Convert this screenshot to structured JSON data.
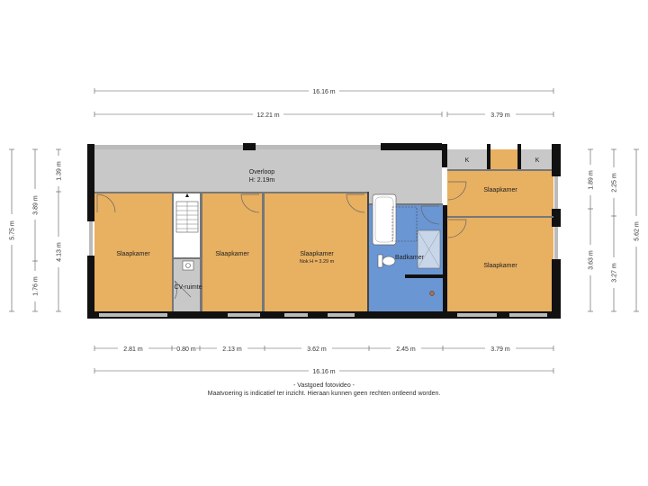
{
  "colors": {
    "room": "#e8b061",
    "bath": "#6a96d4",
    "hall": "#c8c8c8",
    "wall": "#111111",
    "dim": "#555555"
  },
  "rooms": {
    "overloop": {
      "label": "Overloop",
      "sub": "H: 2.19m"
    },
    "slaapkamer_1": {
      "label": "Slaapkamer"
    },
    "slaapkamer_2": {
      "label": "Slaapkamer"
    },
    "slaapkamer_3": {
      "label": "Slaapkamer",
      "sub": "Nok H = 3.29 m"
    },
    "badkamer": {
      "label": "Badkamer"
    },
    "slaapkamer_4": {
      "label": "Slaapkamer"
    },
    "slaapkamer_5": {
      "label": "Slaapkamer"
    },
    "cv_ruimte": {
      "label": "CV-ruimte"
    },
    "kast_1": {
      "label": "K"
    },
    "kast_2": {
      "label": "K"
    }
  },
  "dimensions": {
    "top_total": "16.16 m",
    "top_left": "12.21 m",
    "top_right": "3.79 m",
    "bottom_1": "2.81 m",
    "bottom_2": "0.80 m",
    "bottom_3": "2.13 m",
    "bottom_4": "3.62 m",
    "bottom_5": "2.45 m",
    "bottom_6": "3.79 m",
    "bottom_total": "16.16 m",
    "left_total": "5.75 m",
    "left_a_1": "1.39 m",
    "left_a_2": "4.13 m",
    "left_b_1": "3.89 m",
    "left_b_2": "1.76 m",
    "right_a_1": "1.89 m",
    "right_a_2": "3.63 m",
    "right_b_1": "2.25 m",
    "right_b_2": "3.27 m",
    "right_total": "5.62 m"
  },
  "footer": {
    "line1": "- Vastgoed fotovideo -",
    "line2": "Maatvoering is indicatief ter inzicht. Hieraan kunnen geen rechten ontleend worden."
  }
}
